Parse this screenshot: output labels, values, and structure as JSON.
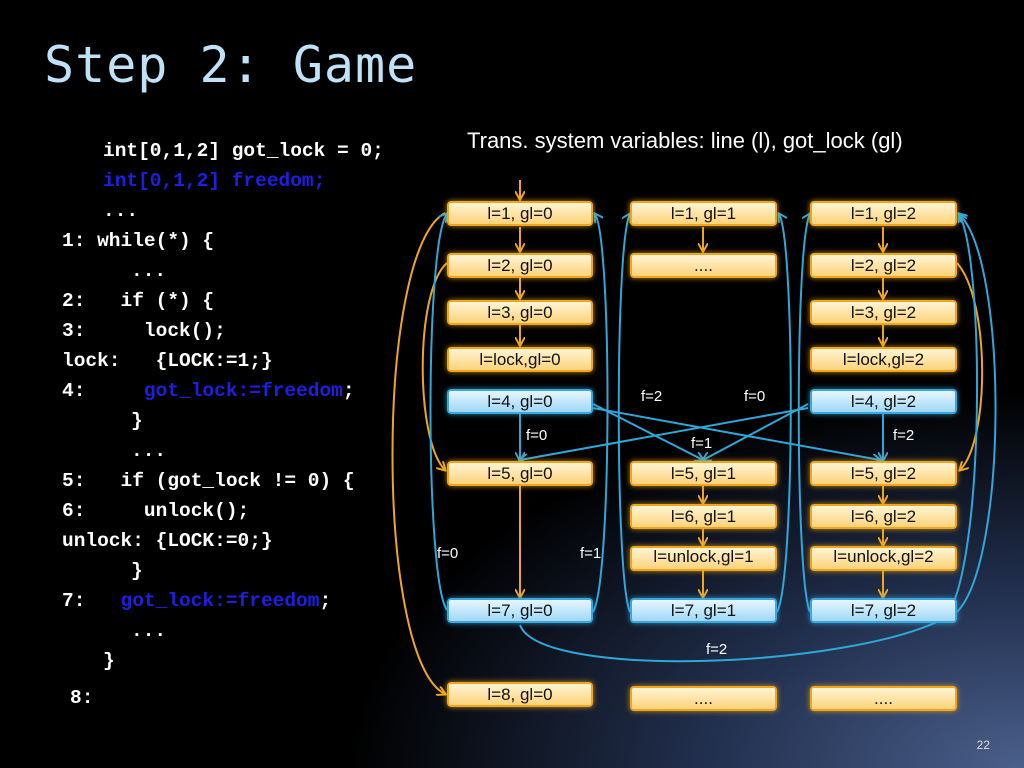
{
  "slide": {
    "title": "Step 2: Game",
    "page_number": "22"
  },
  "code": {
    "lines": [
      {
        "text": "int[0,1,2] got_lock = 0;"
      },
      {
        "text": "int[0,1,2] freedom;"
      },
      {
        "text": "..."
      },
      {
        "text": "1: while(*) {"
      },
      {
        "text": "..."
      },
      {
        "text": "2:   if (*) {"
      },
      {
        "text": "3:     lock();"
      },
      {
        "text": "lock:   {LOCK:=1;}"
      },
      {
        "text": "4:     ",
        "tail_blue": "got_lock:=freedom",
        "tail_white": ";"
      },
      {
        "text": "}"
      },
      {
        "text": "..."
      },
      {
        "text": "5:   if (got_lock != 0) {"
      },
      {
        "text": "6:     unlock();"
      },
      {
        "text": "unlock: {LOCK:=0;}"
      },
      {
        "text": "}"
      },
      {
        "text": "7:   ",
        "tail_blue": "got_lock:=freedom",
        "tail_white": ";"
      },
      {
        "text": "..."
      },
      {
        "text": "}"
      },
      {
        "text": "8:"
      }
    ]
  },
  "diagram": {
    "title": "Trans. system variables: line (l), got_lock (gl)",
    "nodes": {
      "n10": "l=1, gl=0",
      "n20": "l=2, gl=0",
      "n30": "l=3, gl=0",
      "nL0": "l=lock,gl=0",
      "n40": "l=4, gl=0",
      "n50": "l=5, gl=0",
      "n70": "l=7, gl=0",
      "n80": "l=8, gl=0",
      "n11": "l=1, gl=1",
      "d1": "....",
      "n51": "l=5, gl=1",
      "n61": "l=6, gl=1",
      "nU1": "l=unlock,gl=1",
      "n71": "l=7, gl=1",
      "d81": "....",
      "n12": "l=1, gl=2",
      "n22": "l=2, gl=2",
      "n32": "l=3, gl=2",
      "nL2": "l=lock,gl=2",
      "n42": "l=4, gl=2",
      "n52": "l=5, gl=2",
      "n62": "l=6, gl=2",
      "nU2": "l=unlock,gl=2",
      "n72": "l=7, gl=2",
      "d82": "...."
    },
    "edge_labels": {
      "a": "f=2",
      "b": "f=0",
      "c": "f=0",
      "d": "f=1",
      "e": "f=2",
      "f": "f=0",
      "g": "f=1",
      "h": "f=2"
    }
  }
}
